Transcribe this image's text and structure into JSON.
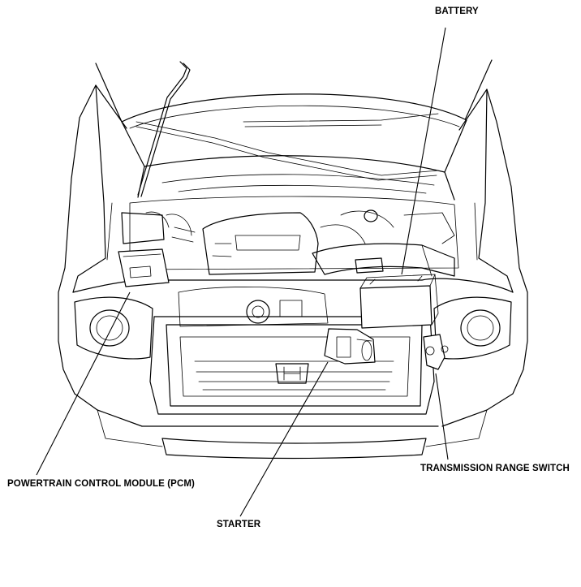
{
  "labels": {
    "battery": "BATTERY",
    "pcm": "POWERTRAIN CONTROL MODULE (PCM)",
    "transmission_range_switch": "TRANSMISSION RANGE SWITCH",
    "starter": "STARTER"
  },
  "colors": {
    "line": "#000000",
    "background": "#ffffff"
  }
}
